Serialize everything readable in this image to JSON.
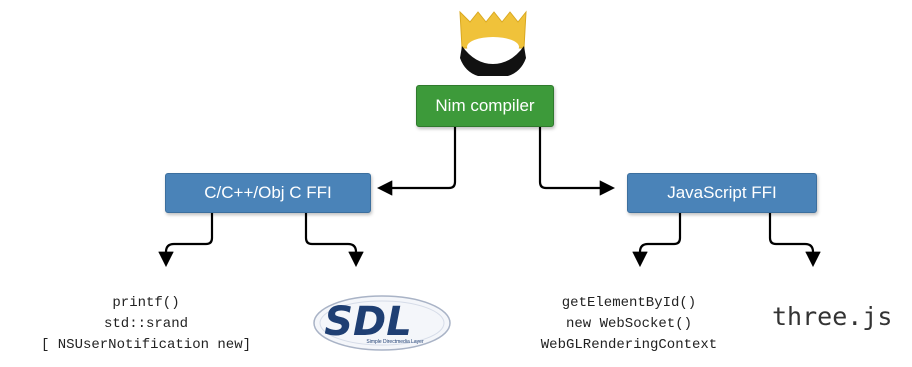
{
  "diagram": {
    "compiler_label": "Nim compiler",
    "c_ffi_label": "C/C++/Obj C FFI",
    "js_ffi_label": "JavaScript FFI",
    "c_examples": [
      "printf()",
      "std::srand",
      "[ NSUserNotification new]"
    ],
    "js_examples": [
      "getElementById()",
      "new WebSocket()",
      "WebGLRenderingContext"
    ],
    "sdl_logo": {
      "wordmark": "SDL",
      "tagline": "Simple Directmedia Layer"
    },
    "threejs_label": "three.js"
  },
  "colors": {
    "compiler_box": "#3d9a3a",
    "ffi_box": "#4a83b8",
    "crown_gold": "#f0c23a",
    "crown_black": "#111111",
    "sdl_blue": "#1f3f73",
    "arrow": "#000000"
  },
  "icons": {
    "nim_logo": "nim-crown-icon",
    "sdl_logo": "sdl-logo"
  }
}
